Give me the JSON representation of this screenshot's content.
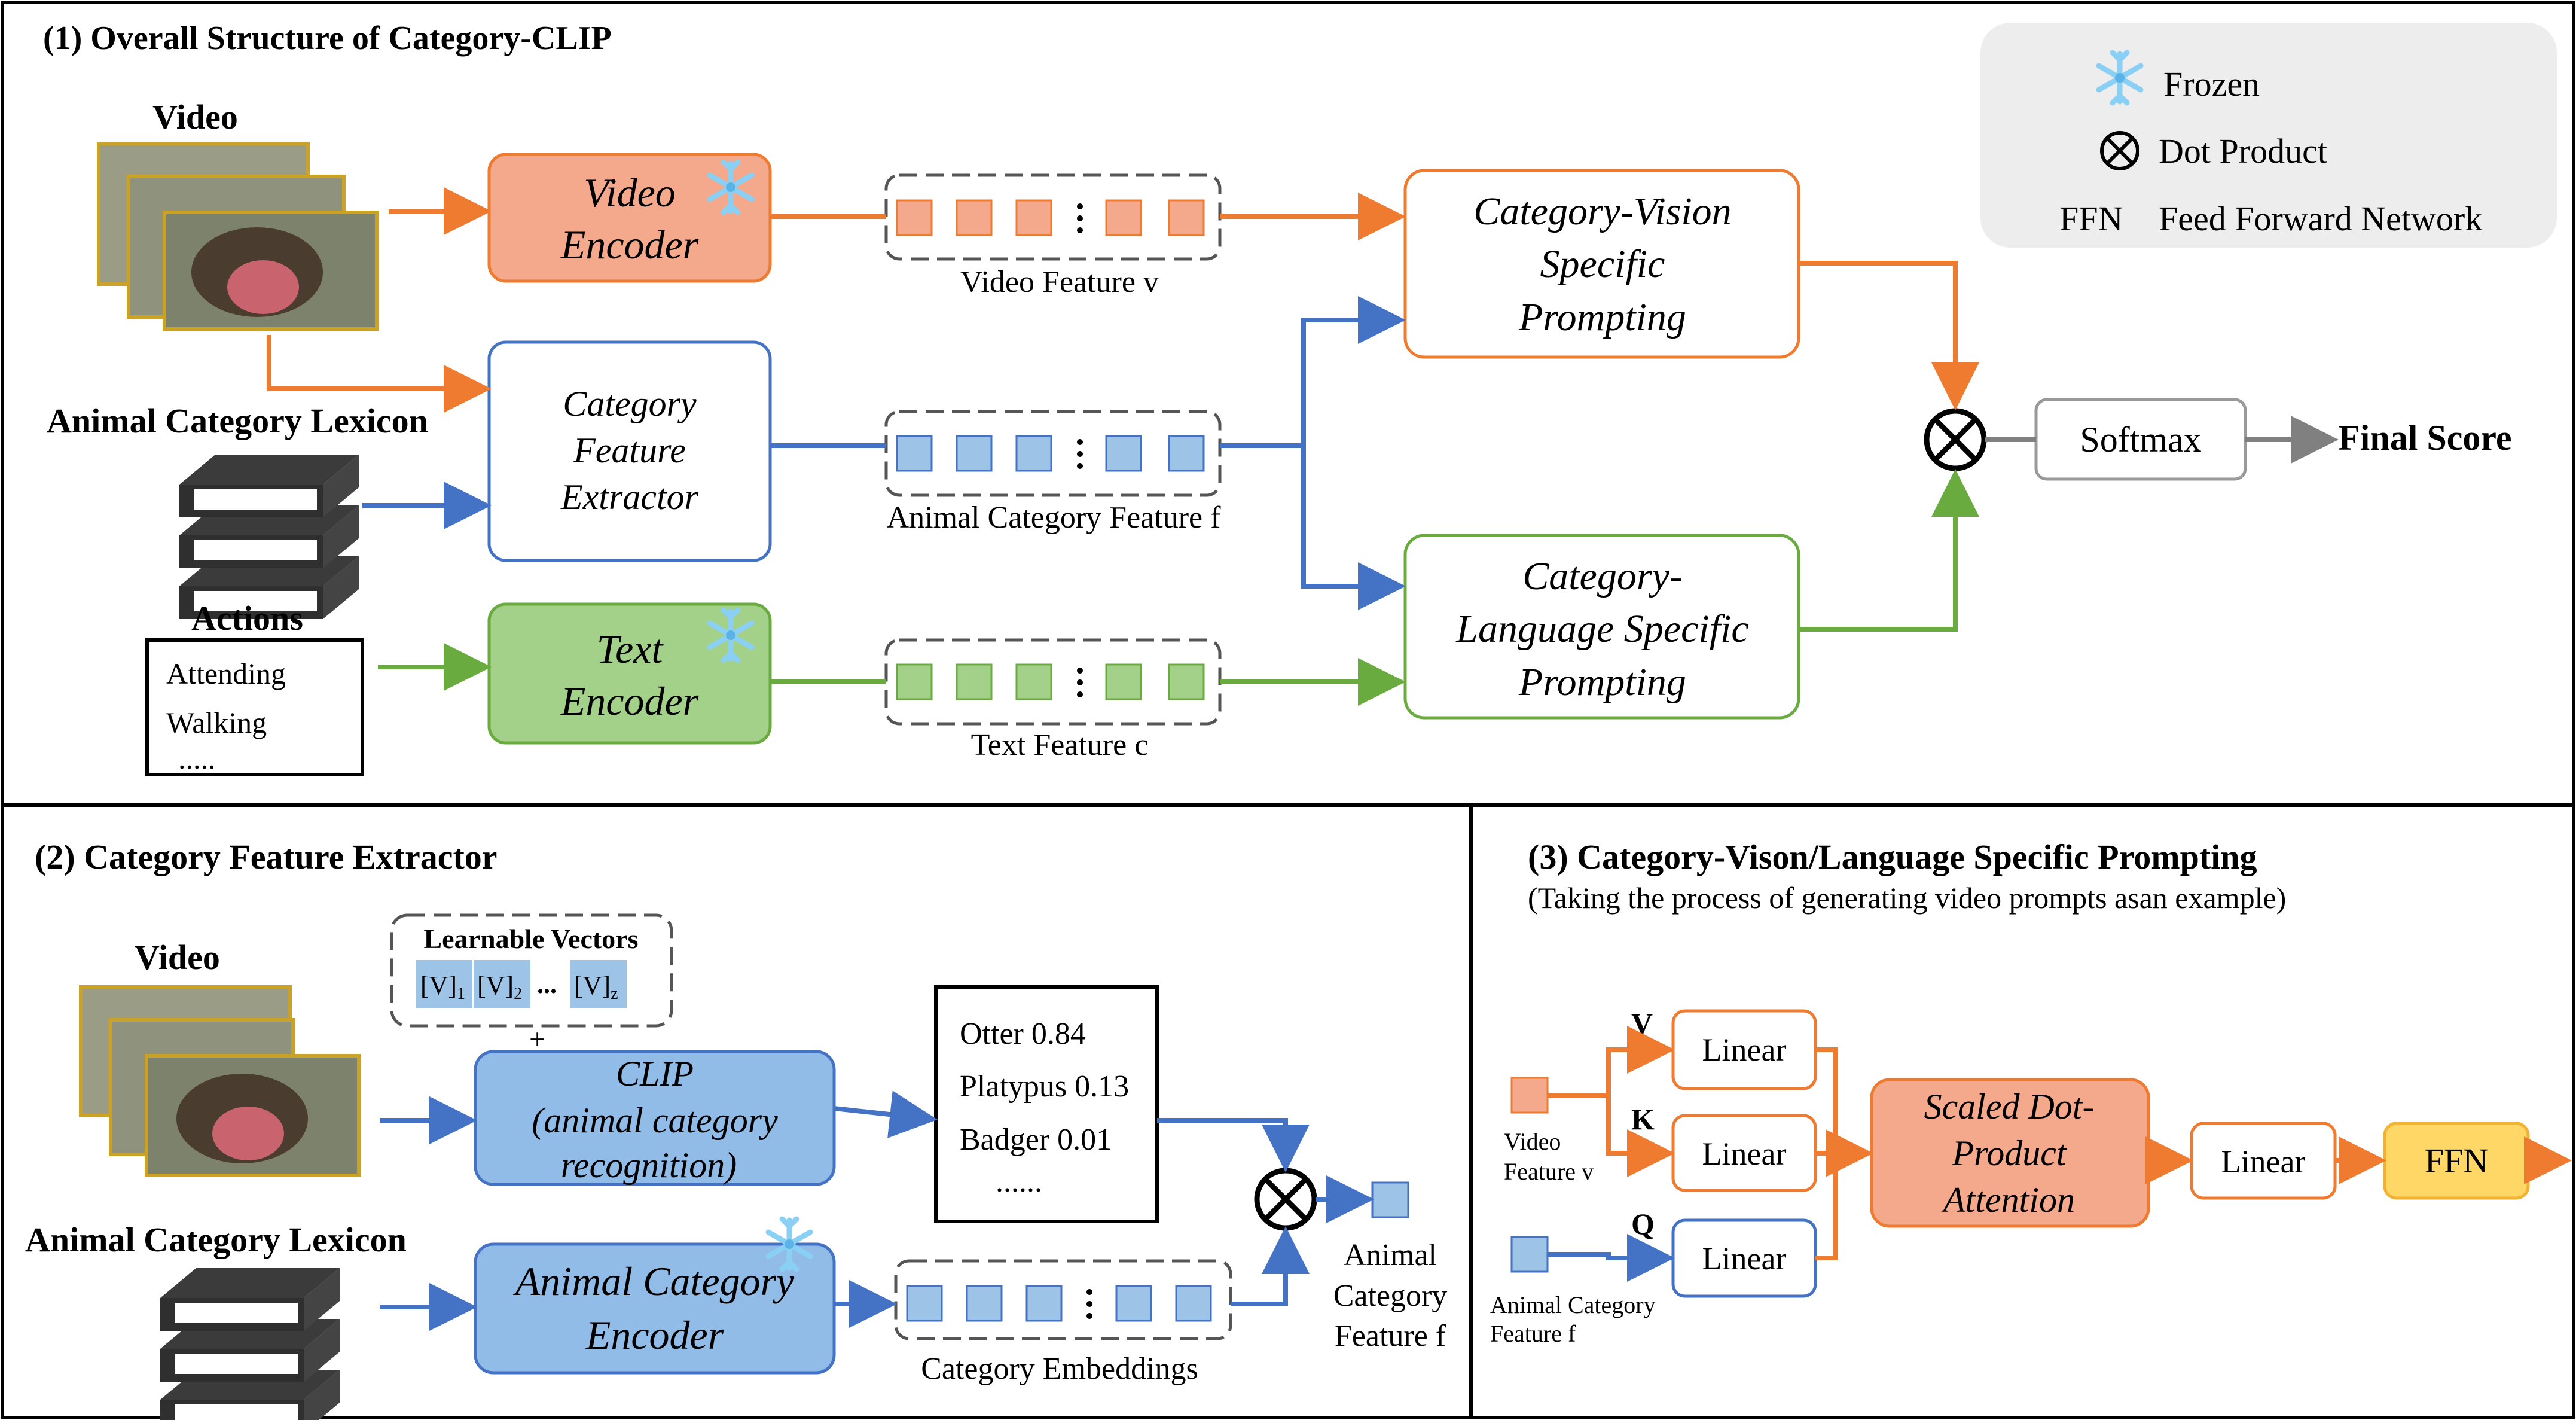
{
  "panel1": {
    "title": "(1) Overall Structure of Category-CLIP",
    "video_label": "Video",
    "lexicon_label": "Animal Category Lexicon",
    "actions_label": "Actions",
    "actions": [
      "Attending",
      "Walking",
      "....."
    ],
    "video_encoder": [
      "Video",
      "Encoder"
    ],
    "category_extractor": [
      "Category",
      "Feature",
      "Extractor"
    ],
    "text_encoder": [
      "Text",
      "Encoder"
    ],
    "video_feature": "Video Feature v",
    "animal_feature": "Animal Category Feature f",
    "text_feature": "Text Feature c",
    "cv_prompting": [
      "Category-Vision",
      "Specific",
      "Prompting"
    ],
    "cl_prompting": [
      "Category-",
      "Language Specific",
      "Prompting"
    ],
    "softmax": "Softmax",
    "final_score": "Final Score"
  },
  "legend": {
    "frozen": "Frozen",
    "dot_product": "Dot Product",
    "ffn_abbr": "FFN",
    "ffn_full": "Feed Forward Network"
  },
  "panel2": {
    "title": "(2) Category Feature Extractor",
    "video_label": "Video",
    "lexicon_label": "Animal Category Lexicon",
    "learnable_vectors": "Learnable Vectors",
    "vectors": [
      "[V]",
      "[V]",
      "...",
      "[V]"
    ],
    "vector_subs": [
      "1",
      "2",
      "",
      "z"
    ],
    "plus": "+",
    "clip": [
      "CLIP",
      "(animal category",
      "recognition)"
    ],
    "animal_encoder": [
      "Animal Category",
      "Encoder"
    ],
    "scores": [
      "Otter 0.84",
      "Platypus 0.13",
      "Badger 0.01",
      "......"
    ],
    "embeddings": "Category Embeddings",
    "output": [
      "Animal",
      "Category",
      "Feature f"
    ]
  },
  "panel3": {
    "title": "(3) Category-Vison/Language Specific Prompting",
    "subtitle": "(Taking the process of generating video prompts asan example)",
    "v": "V",
    "k": "K",
    "q": "Q",
    "linear": "Linear",
    "video_feature": [
      "Video",
      "Feature v"
    ],
    "animal_feature": [
      "Animal Category",
      "Feature f"
    ],
    "attention": [
      "Scaled Dot-",
      "Product",
      "Attention"
    ],
    "ffn": "FFN"
  },
  "colors": {
    "orange": "#EE7B30",
    "blue": "#4472C4",
    "green": "#6AAB3F",
    "gray": "#808080",
    "video_encoder_fill": "#F4A98C",
    "clip_fill": "#92BCE8",
    "text_encoder_fill": "#A3D18A",
    "ffn_fill": "#FFD766",
    "legend_bg": "#EDEDED"
  }
}
